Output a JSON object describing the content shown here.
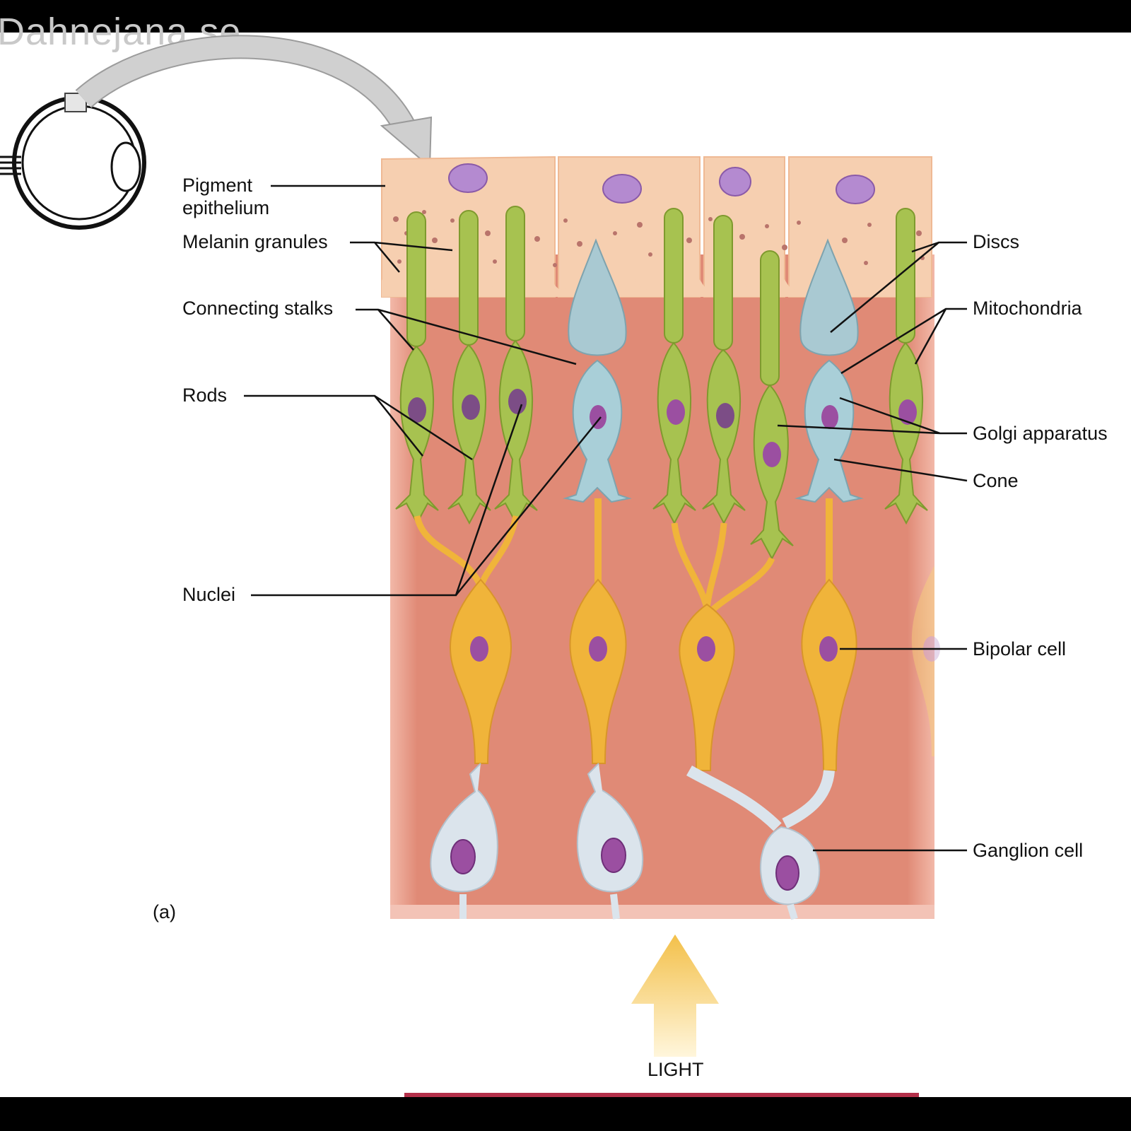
{
  "watermark": "Dahnejana.se",
  "labels": {
    "pigment_epithelium_line1": "Pigment",
    "pigment_epithelium_line2": "epithelium",
    "melanin_granules": "Melanin granules",
    "connecting_stalks": "Connecting stalks",
    "rods": "Rods",
    "nuclei": "Nuclei",
    "discs": "Discs",
    "mitochondria": "Mitochondria",
    "golgi_apparatus": "Golgi apparatus",
    "cone": "Cone",
    "bipolar_cell": "Bipolar cell",
    "ganglion_cell": "Ganglion cell",
    "panel": "(a)",
    "light": "LIGHT"
  },
  "colors": {
    "tissue": "#e3907e",
    "pigment_layer": "#f6cfb0",
    "rod": "#9dbb4c",
    "cone": "#a9cfd8",
    "bipolar": "#f0b43a",
    "ganglion": "#d9e3ea",
    "nucleus": "#9b4fa1",
    "arrow_light": "#f4c54a",
    "arrow_gray": "#c8c8c8"
  }
}
